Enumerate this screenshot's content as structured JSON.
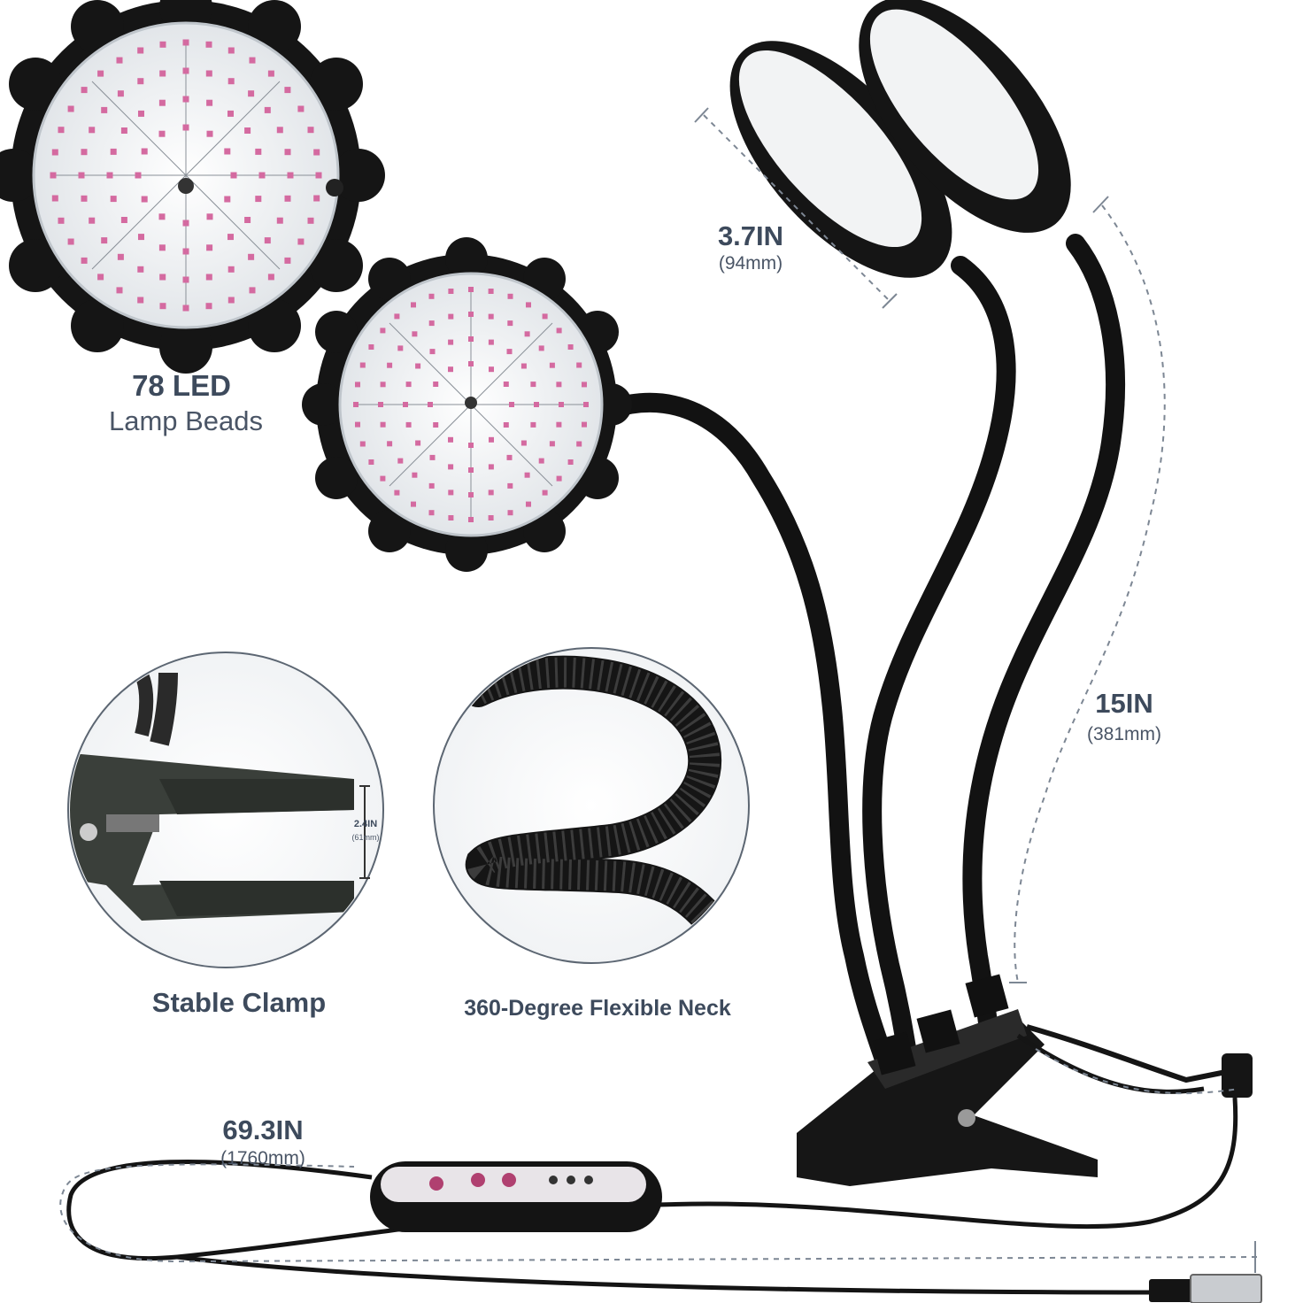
{
  "led": {
    "count_label": "78 LED",
    "desc": "Lamp Beads"
  },
  "head_diameter": {
    "inch": "3.7IN",
    "mm": "(94mm)"
  },
  "neck_length": {
    "inch": "15IN",
    "mm": "(381mm)"
  },
  "clamp": {
    "inch": "2.4IN",
    "mm": "(61mm)",
    "caption": "Stable Clamp"
  },
  "neck": {
    "caption": "360-Degree Flexible Neck"
  },
  "cable": {
    "inch": "69.3IN",
    "mm": "(1760mm)"
  },
  "colors": {
    "text": "#3d4a5c",
    "lamp_body": "#111111",
    "dimension_line": "#6b7785"
  }
}
